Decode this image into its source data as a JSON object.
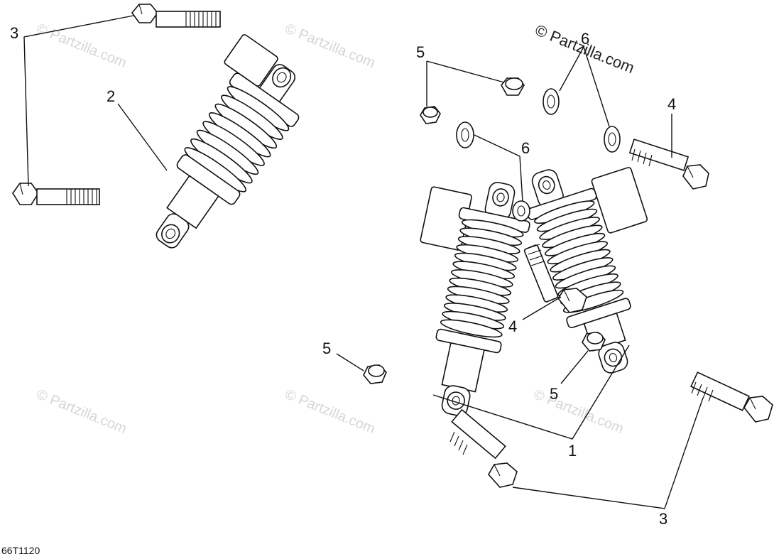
{
  "copyright": "© Partzilla.com",
  "watermark": "© Partzilla.com",
  "diagram_code": "66T1120",
  "callouts": {
    "c3_top": "3",
    "c2": "2",
    "c5_top": "5",
    "c6_top": "6",
    "c4_top": "4",
    "c6_mid": "6",
    "c4_mid": "4",
    "c5_left": "5",
    "c5_mid": "5",
    "c1": "1",
    "c3_bottom": "3"
  }
}
